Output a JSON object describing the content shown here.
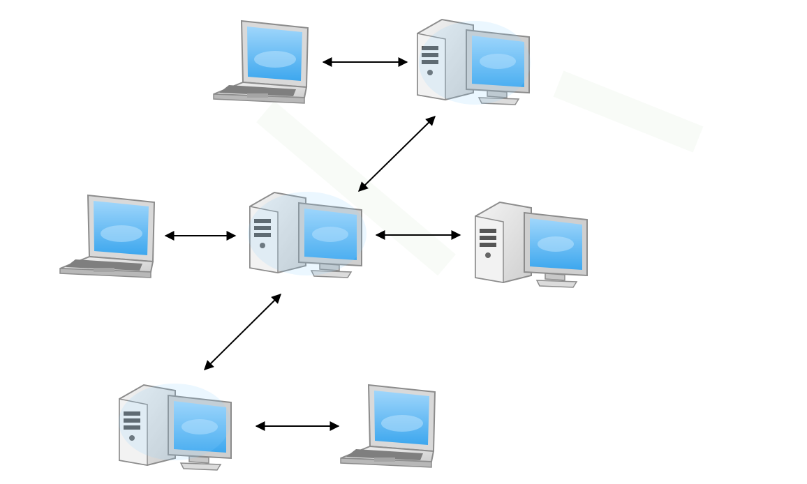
{
  "diagram": {
    "nodes": [
      {
        "id": "laptop-top",
        "kind": "laptop"
      },
      {
        "id": "desktop-top",
        "kind": "desktop"
      },
      {
        "id": "laptop-left",
        "kind": "laptop"
      },
      {
        "id": "desktop-center",
        "kind": "desktop"
      },
      {
        "id": "desktop-right",
        "kind": "desktop"
      },
      {
        "id": "desktop-bottom",
        "kind": "desktop"
      },
      {
        "id": "laptop-bottom",
        "kind": "laptop"
      }
    ],
    "links": [
      {
        "from": "laptop-top",
        "to": "desktop-top",
        "bidirectional": true
      },
      {
        "from": "desktop-top",
        "to": "desktop-center",
        "bidirectional": true
      },
      {
        "from": "laptop-left",
        "to": "desktop-center",
        "bidirectional": true
      },
      {
        "from": "desktop-center",
        "to": "desktop-right",
        "bidirectional": true
      },
      {
        "from": "desktop-center",
        "to": "desktop-bottom",
        "bidirectional": true
      },
      {
        "from": "desktop-bottom",
        "to": "laptop-bottom",
        "bidirectional": true
      }
    ],
    "colors": {
      "screen": "#4fb1f0",
      "screen_highlight": "#bfe4ff",
      "body": "#e9e9e9",
      "outline": "#8c8c8c",
      "arrow": "#000000"
    }
  }
}
